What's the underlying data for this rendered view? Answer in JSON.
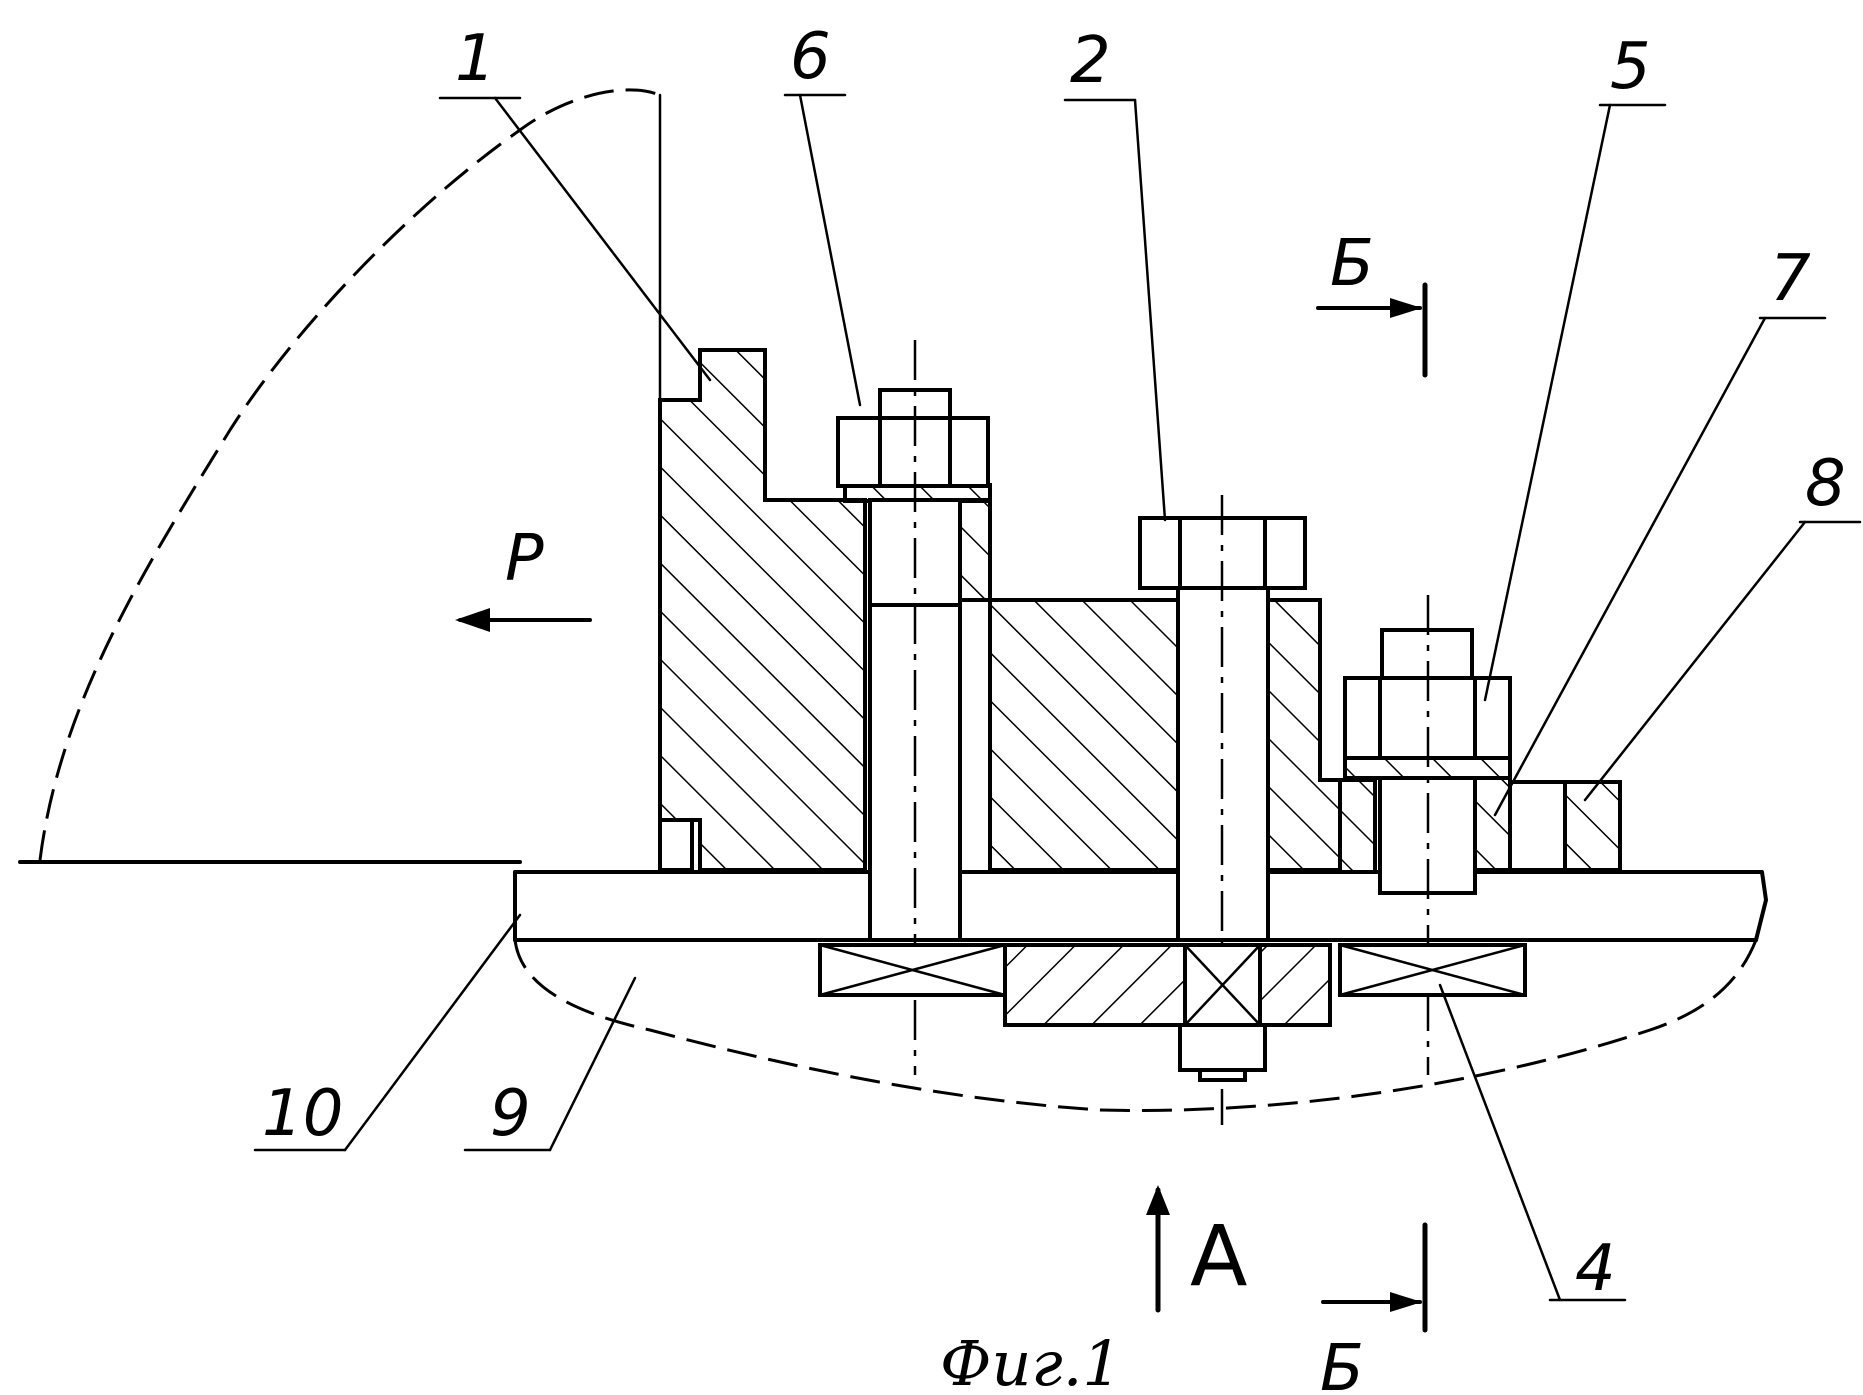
{
  "labels": {
    "l1": "1",
    "l2": "2",
    "l4": "4",
    "l5": "5",
    "l6": "6",
    "l7": "7",
    "l8": "8",
    "l9": "9",
    "l10": "10"
  },
  "force_label": "P",
  "view_label": "A",
  "section_label_top": "Б",
  "section_label_bottom": "Б",
  "caption": "Фиг.1"
}
